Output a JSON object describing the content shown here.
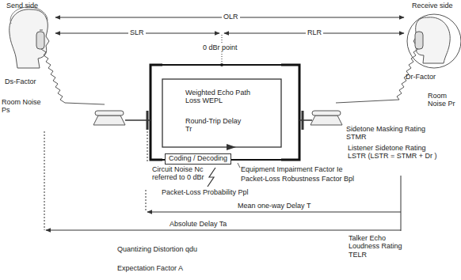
{
  "diagram": {
    "nodes": [
      {
        "text": [
          "Coding / Decoding"
        ]
      }
    ],
    "labels": [
      "Send side",
      "Receive side",
      "OLR",
      "SLR",
      "RLR",
      "0 dBr point",
      "Ds-Factor",
      "Room Noise Ps",
      "Weighted Echo Path Loss WEPL",
      "Round-Trip Delay Tr",
      "Dr-Factor",
      "Room Noise Pr",
      "Sidetone Masking Rating STMR",
      "Listener Sidetone Rating LSTR (LSTR = STMR + Dr )",
      "Circuit Noise Nc referred to 0 dBr",
      "Equipment Impairment Factor Ie",
      "Packet-Loss Robustness Factor Bpl",
      "Packet-Loss Probability Ppl",
      "Mean one-way Delay T",
      "Absolute Delay Ta",
      "Talker Echo Loudness Rating TELR",
      "Quantizing Distortion qdu",
      "Expectation Factor A"
    ]
  }
}
